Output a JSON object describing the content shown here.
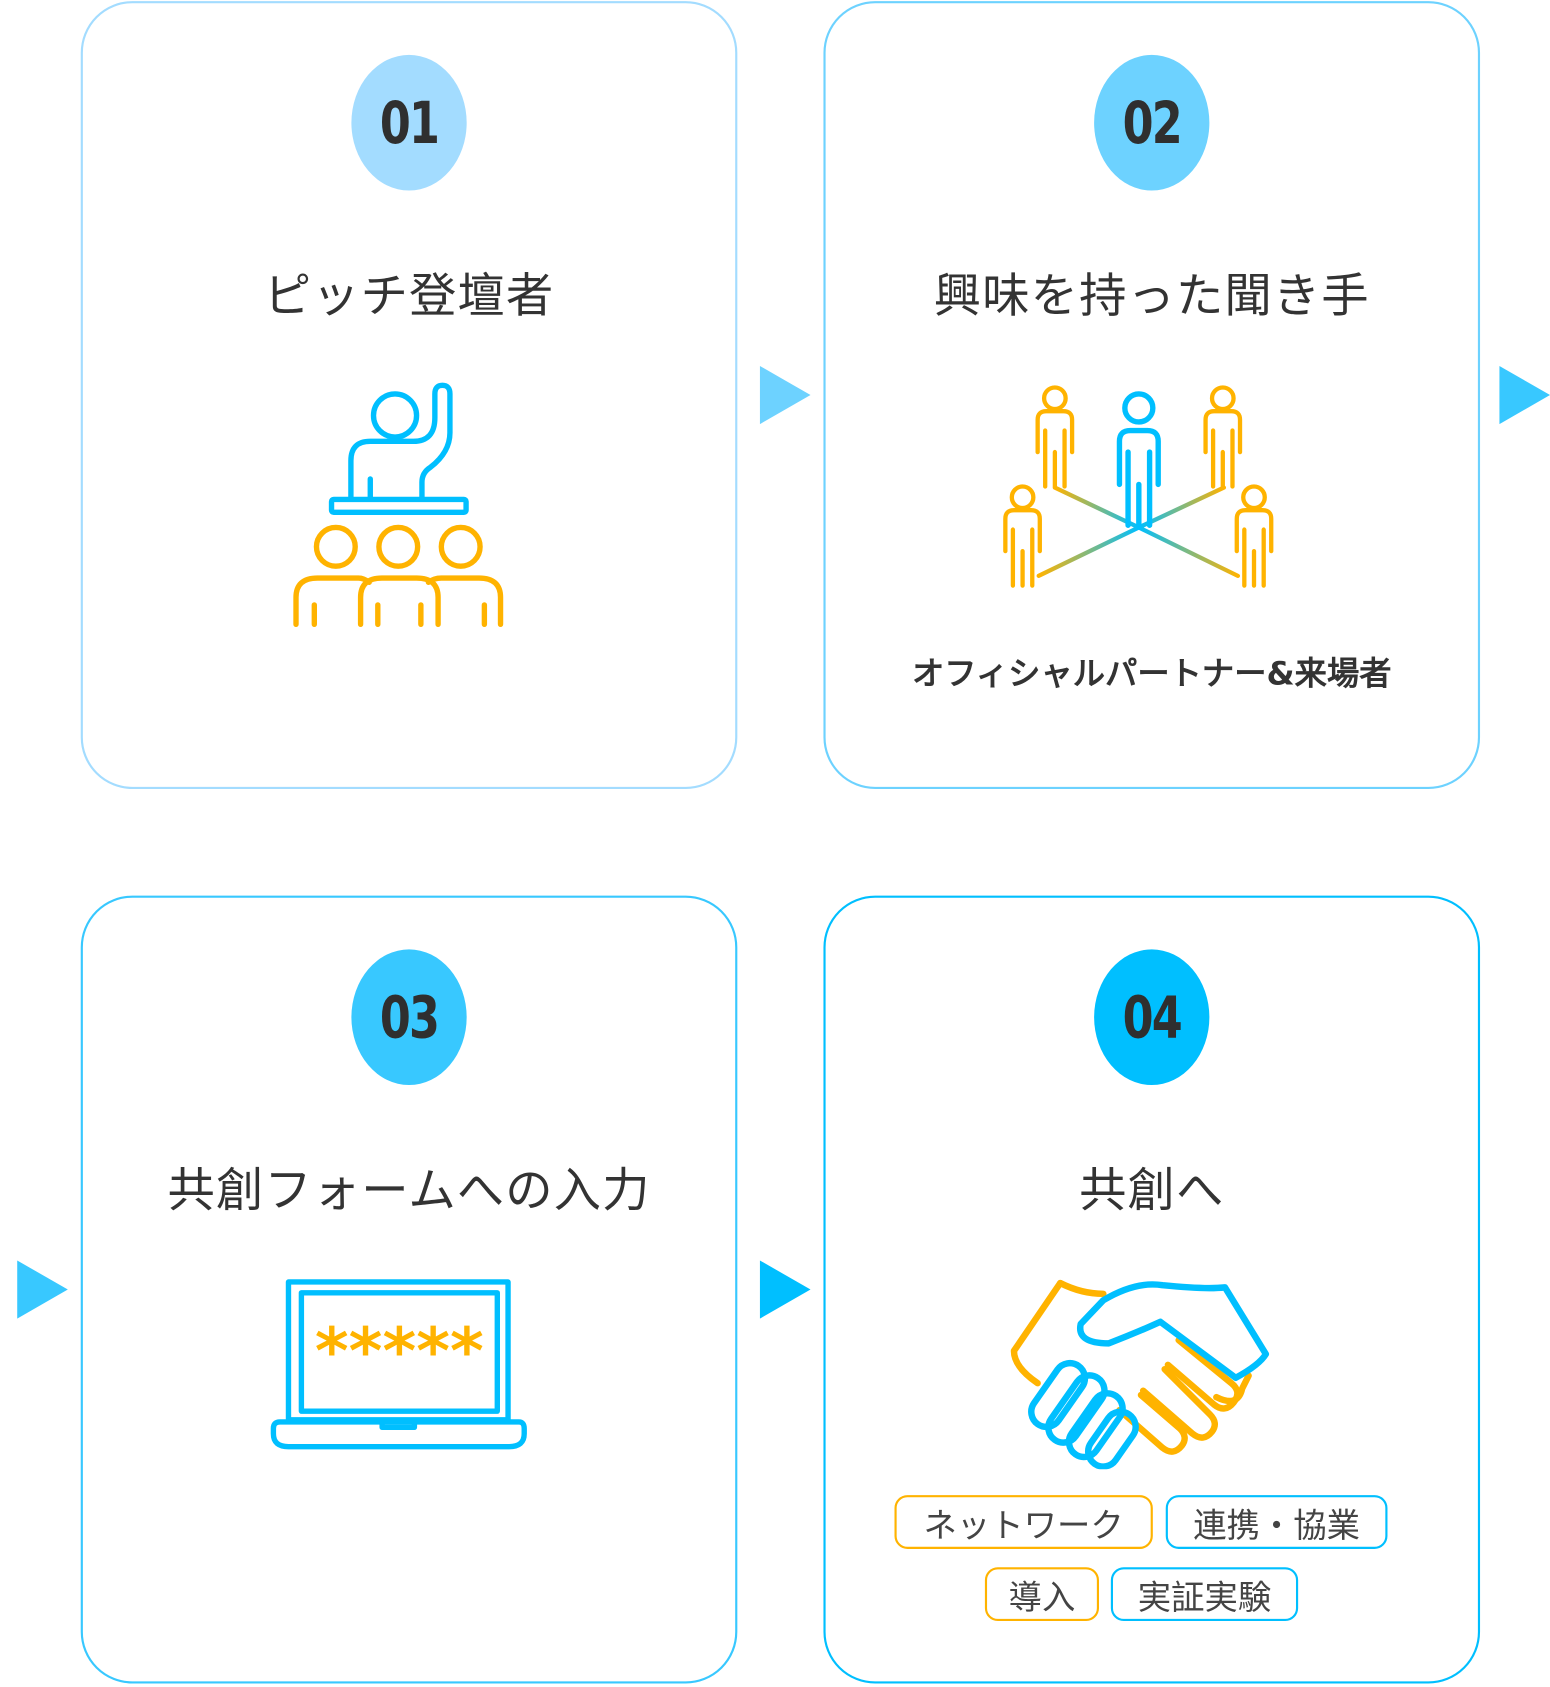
{
  "colors": {
    "step1": "#a3dcff",
    "step2": "#6dd2ff",
    "step3": "#38c8ff",
    "step4": "#00bfff",
    "blue": "#00bfff",
    "orange": "#ffb300"
  },
  "steps": [
    {
      "number": "01",
      "title": "ピッチ登壇者"
    },
    {
      "number": "02",
      "title": "興味を持った聞き手",
      "subtitle": "オフィシャルパートナー&来場者"
    },
    {
      "number": "03",
      "title": "共創フォームへの入力",
      "screen_text": "*****"
    },
    {
      "number": "04",
      "title": "共創へ",
      "tags": [
        "ネットワーク",
        "連携・協業",
        "導入",
        "実証実験"
      ]
    }
  ]
}
